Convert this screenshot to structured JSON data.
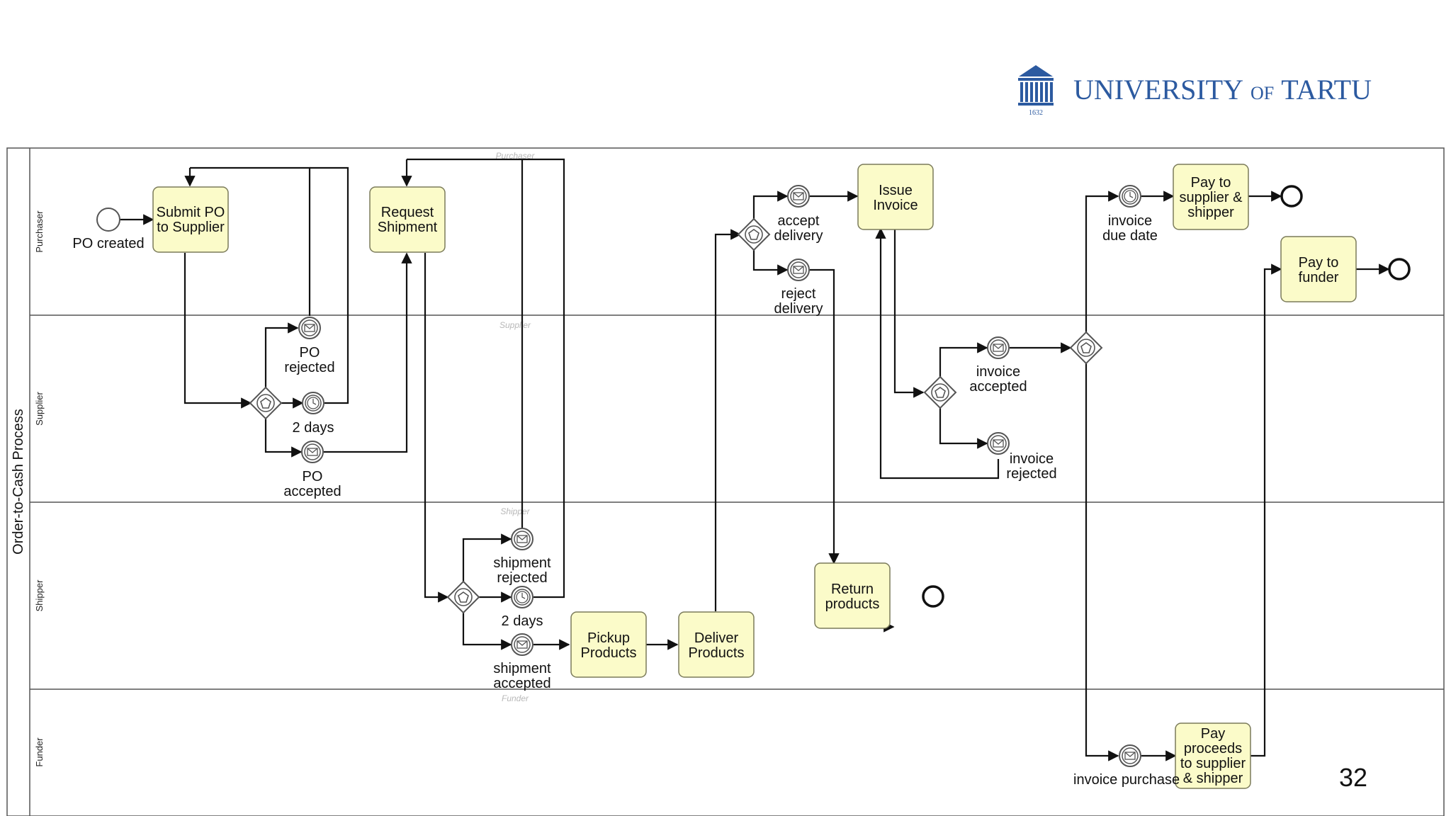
{
  "header": {
    "logo_text_main": "UNIVERSITY",
    "logo_text_of": "OF",
    "logo_text_end": "TARTU",
    "logo_year": "1632",
    "brand_color": "#2c5aa0"
  },
  "pool": {
    "name": "Order-to-Cash Process",
    "lanes": [
      {
        "name": "Purchaser",
        "ghost": "Purchaser"
      },
      {
        "name": "Supplier",
        "ghost": "Supplier"
      },
      {
        "name": "Shipper",
        "ghost": "Shipper"
      },
      {
        "name": "Funder",
        "ghost": "Funder"
      }
    ]
  },
  "tasks": {
    "submit_po": [
      "Submit PO",
      "to Supplier"
    ],
    "request_shipment": [
      "Request",
      "Shipment"
    ],
    "issue_invoice": [
      "Issue",
      "Invoice"
    ],
    "pay_supplier": [
      "Pay to",
      "supplier &",
      "shipper"
    ],
    "pay_funder": [
      "Pay to",
      "funder"
    ],
    "pickup_products": [
      "Pickup",
      "Products"
    ],
    "deliver_products": [
      "Deliver",
      "Products"
    ],
    "return_products": [
      "Return",
      "products"
    ],
    "pay_proceeds": [
      "Pay",
      "proceeds",
      "to supplier",
      "& shipper"
    ]
  },
  "events": {
    "po_created": [
      "PO created"
    ],
    "po_rejected": [
      "PO",
      "rejected"
    ],
    "two_days_supplier": [
      "2 days"
    ],
    "po_accepted": [
      "PO",
      "accepted"
    ],
    "accept_delivery": [
      "accept",
      "delivery"
    ],
    "reject_delivery": [
      "reject",
      "delivery"
    ],
    "invoice_accepted": [
      "invoice",
      "accepted"
    ],
    "invoice_rejected": [
      "invoice",
      "rejected"
    ],
    "invoice_due_date": [
      "invoice",
      "due date"
    ],
    "shipment_rejected": [
      "shipment",
      "rejected"
    ],
    "two_days_shipper": [
      "2 days"
    ],
    "shipment_accepted": [
      "shipment",
      "accepted"
    ],
    "invoice_purchase": [
      "invoice purchase"
    ]
  },
  "slide": {
    "page_number": "32"
  }
}
